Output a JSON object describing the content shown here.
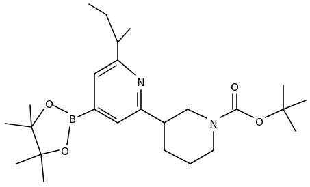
{
  "molecule": {
    "atoms": {
      "N_pyridine": "N",
      "B": "B",
      "O_boronate_upper": "O",
      "O_boronate_lower": "O",
      "N_piperidine": "N",
      "O_carbonyl": "O",
      "O_ester": "O"
    }
  },
  "colors": {
    "bond": "#000000",
    "label": "#000000",
    "background": "#ffffff"
  }
}
